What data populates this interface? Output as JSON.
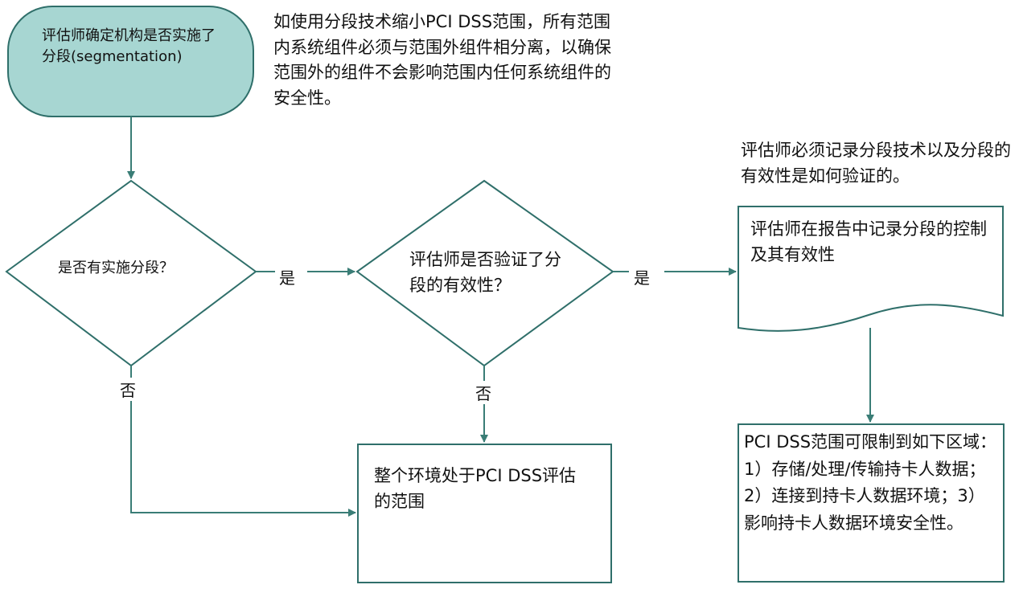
{
  "colors": {
    "start_fill": "#a7d6d2",
    "stroke": "#2f6f6a",
    "arrow": "#3a7d76"
  },
  "start": {
    "text": "评估师确定机构是否实施了分段(segmentation)"
  },
  "note_scope": {
    "text": "如使用分段技术缩小PCI DSS范围，所有范围内系统组件必须与范围外组件相分离，以确保范围外的组件不会影响范围内任何系统组件的安全性。"
  },
  "note_record": {
    "text": "评估师必须记录分段技术以及分段的有效性是如何验证的。"
  },
  "decision_segmentation": {
    "text": "是否有实施分段？"
  },
  "decision_validation": {
    "text": "评估师是否验证了分段的有效性？"
  },
  "document_record": {
    "text": "评估师在报告中记录分段的控制及其有效性"
  },
  "box_full_scope": {
    "text": "整个环境处于PCI DSS评估的范围"
  },
  "box_limited_scope": {
    "text": "PCI DSS范围可限制到如下区域：1）存储/处理/传输持卡人数据；2）连接到持卡人数据环境；3）影响持卡人数据环境安全性。"
  },
  "labels": {
    "yes_1": "是",
    "yes_2": "是",
    "no_1": "否",
    "no_2": "否"
  }
}
